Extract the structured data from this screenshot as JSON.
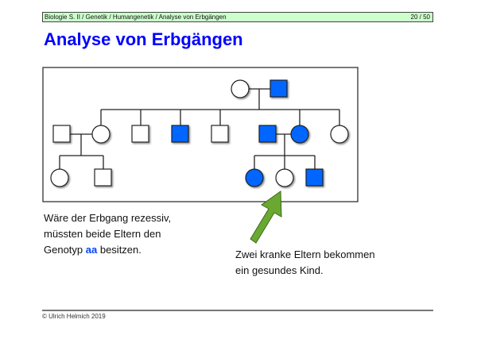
{
  "header": {
    "breadcrumb": "Biologie S. II / Genetik / Humangenetik / Analyse von Erbgängen",
    "page": "20 / 50"
  },
  "title": "Analyse von Erbgängen",
  "pedigree": {
    "affected_color": "#0066ff",
    "unaffected_color": "#ffffff"
  },
  "left_text": {
    "line1": "Wäre der Erbgang rezessiv,",
    "line2": "müssten beide Eltern den",
    "line3_pre": "Genotyp ",
    "line3_highlight": "aa",
    "line3_post": " besitzen."
  },
  "right_text": {
    "line1": "Zwei kranke Eltern bekommen",
    "line2": "ein gesundes Kind."
  },
  "arrow_color": "#6aa832",
  "footer": "© Ulrich Helmich 2019"
}
